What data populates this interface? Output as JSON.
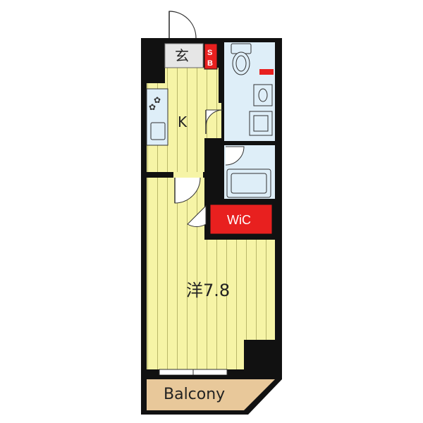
{
  "plan": {
    "rooms": {
      "main_room": "洋7.8",
      "kitchen": "K",
      "entrance": "玄",
      "shoe_box": "SB",
      "closet": "WiC",
      "balcony": "Balcony"
    },
    "colors": {
      "wall": "#111111",
      "floor_yellow": "#f6f4a6",
      "floor_stripe": "#c9c77a",
      "wet_area_blue": "#deeef8",
      "closet_red": "#e8201f",
      "balcony_tan": "#e8c89a",
      "entrance_gray": "#e6e6e6"
    }
  }
}
